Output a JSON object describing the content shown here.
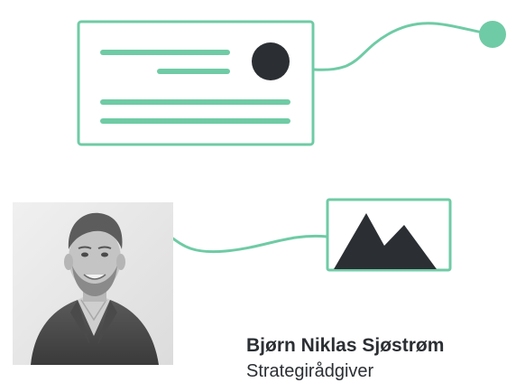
{
  "colors": {
    "accent": "#6fcba5",
    "dark": "#2b2f33",
    "background": "#ffffff"
  },
  "card_illustration": {
    "icon": "profile-card-icon"
  },
  "image_illustration": {
    "icon": "mountain-image-icon"
  },
  "portrait": {
    "icon": "person-portrait-photo"
  },
  "person": {
    "name": "Bjørn Niklas Sjøstrøm",
    "title": "Strategirådgiver"
  }
}
